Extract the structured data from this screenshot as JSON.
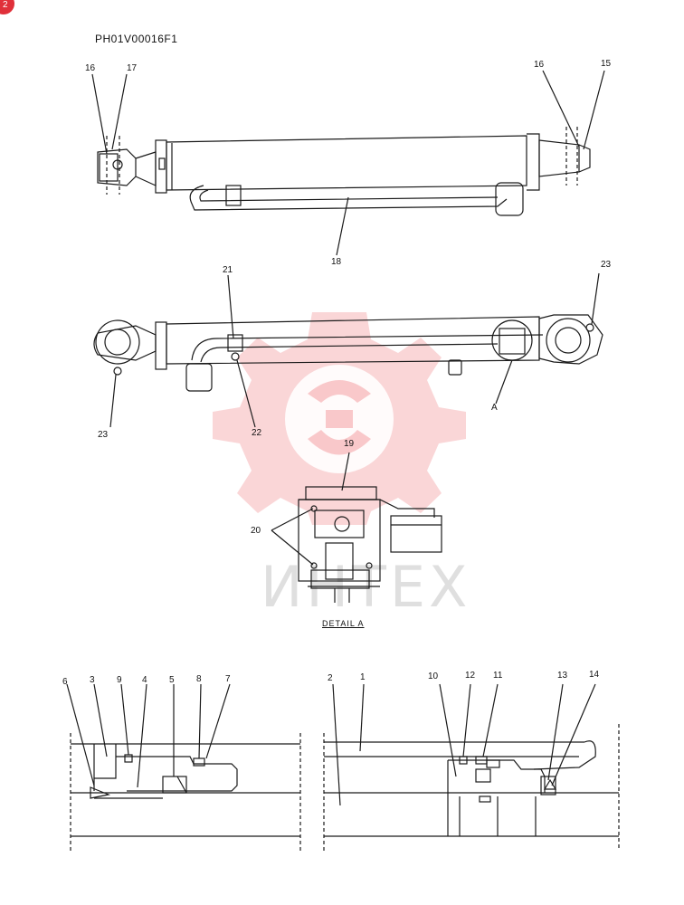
{
  "drawing_code": "PH01V00016F1",
  "page_badge": "2",
  "detail_caption": "DETAIL A",
  "watermark_text": "ИНТЕХ",
  "colors": {
    "line": "#1a1a1a",
    "watermark": "#e8434b",
    "badge": "#e0303a"
  },
  "callouts": {
    "top_view": [
      "16",
      "17",
      "16",
      "15",
      "18"
    ],
    "side_view": [
      "21",
      "23",
      "22",
      "23",
      "A"
    ],
    "detail_a": [
      "19",
      "20"
    ],
    "section_left": [
      "6",
      "3",
      "9",
      "4",
      "5",
      "8",
      "7"
    ],
    "section_right": [
      "2",
      "1",
      "10",
      "12",
      "11",
      "13",
      "14"
    ]
  }
}
